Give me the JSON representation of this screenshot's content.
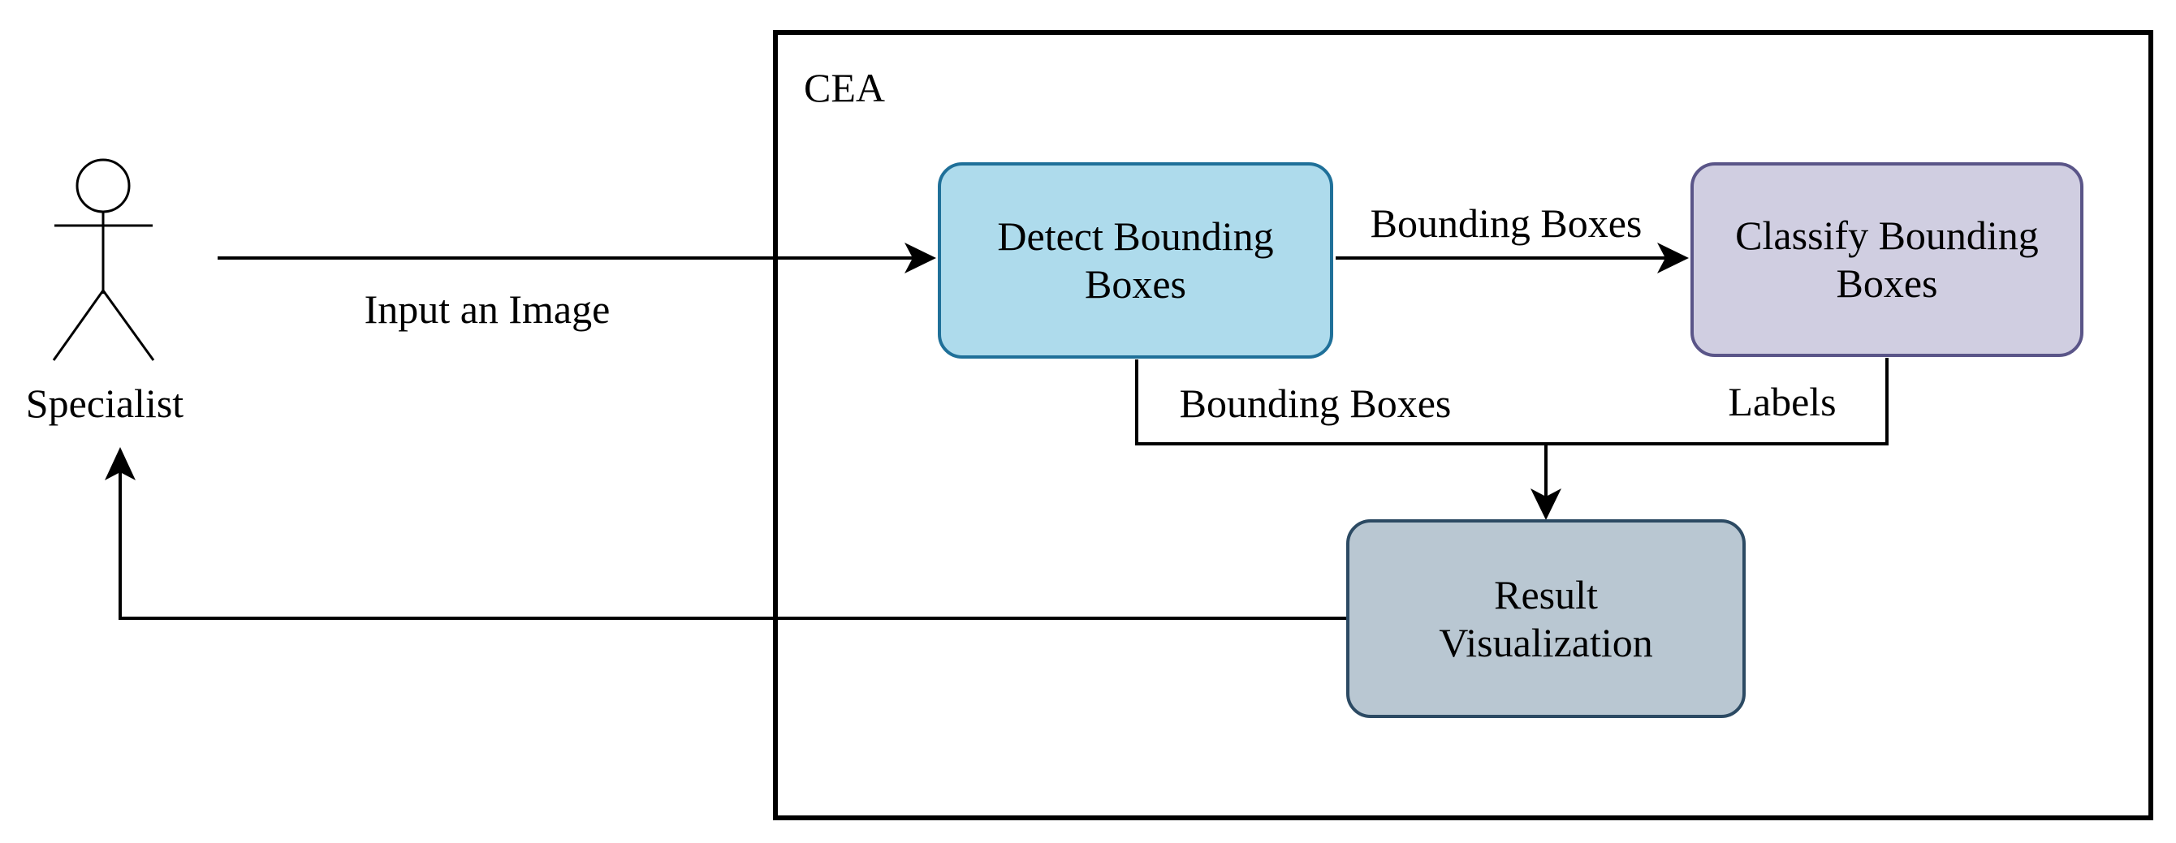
{
  "cea_label": "CEA",
  "actor": {
    "label": "Specialist"
  },
  "nodes": {
    "detect": {
      "label": "Detect Bounding Boxes",
      "fill": "#AEDBEC",
      "border": "#1F7099"
    },
    "classify": {
      "label": "Classify Bounding Boxes",
      "fill": "#D0CEE1",
      "border": "#5A5588"
    },
    "result": {
      "label": "Result Visualization",
      "fill": "#B9C7D2",
      "border": "#2C4A63"
    }
  },
  "edges": {
    "specialist_to_detect": {
      "from": "Specialist",
      "to": "Detect Bounding Boxes",
      "label": "Input an Image"
    },
    "detect_to_classify": {
      "from": "Detect Bounding Boxes",
      "to": "Classify Bounding Boxes",
      "label": "Bounding Boxes"
    },
    "detect_to_result": {
      "from": "Detect Bounding Boxes",
      "to": "Result Visualization",
      "label": "Bounding Boxes"
    },
    "classify_to_result": {
      "from": "Classify Bounding Boxes",
      "to": "Result Visualization",
      "label": "Labels"
    },
    "result_to_specialist": {
      "from": "Result Visualization",
      "to": "Specialist",
      "label": ""
    }
  },
  "colors": {
    "background": "#FFFFFF",
    "line": "#000000",
    "text": "#000000",
    "container_border": "#000000"
  }
}
